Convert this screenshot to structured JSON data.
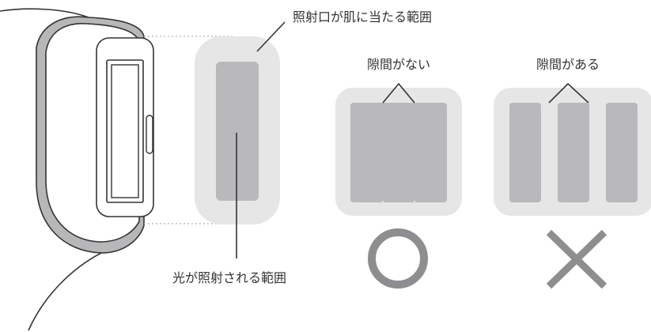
{
  "labels": {
    "contact_area": "照射口が肌に当たる範囲",
    "emission_area": "光が照射される範囲",
    "no_gap": "隙間がない",
    "with_gap": "隙間がある"
  },
  "symbols": {
    "good": "○",
    "bad": "×"
  },
  "colors": {
    "background": "#ffffff",
    "contact_area": "#e6e6e7",
    "emission_area": "#b9b9bb",
    "device_outer": "#b7b7b9",
    "device_stroke": "#333333",
    "dotted_guide": "#bdbdbd",
    "symbol": "#8e8e90",
    "text": "#333333"
  },
  "icons": [
    "device-head-icon",
    "circle-mark-icon",
    "cross-mark-icon"
  ]
}
